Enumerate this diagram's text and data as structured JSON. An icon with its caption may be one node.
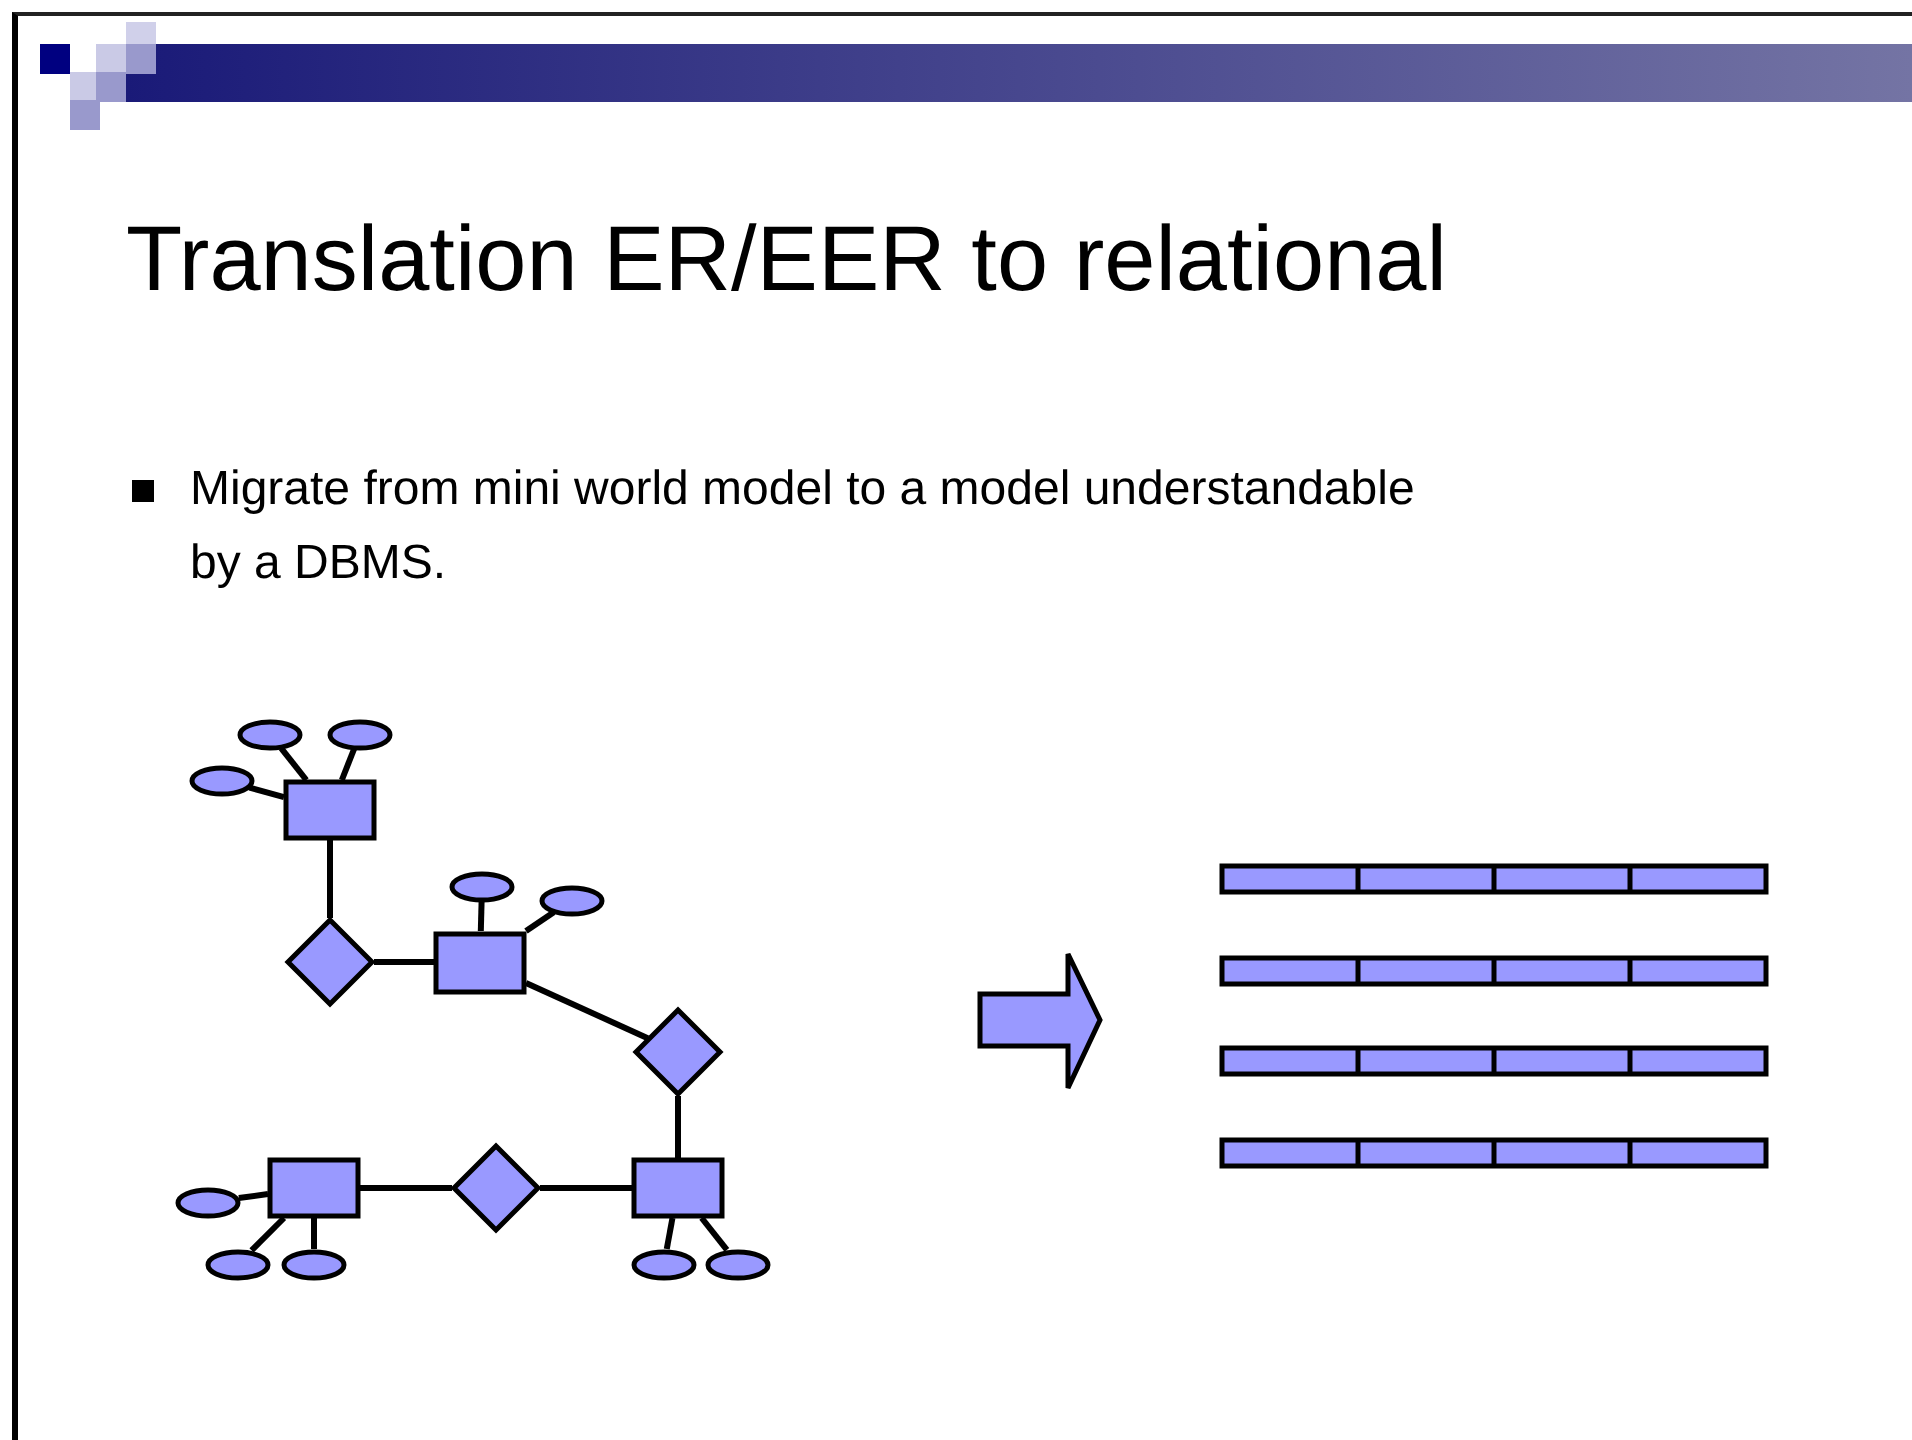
{
  "diagram": {
    "title": "Translation ER/EER to relational",
    "nodes": [
      {
        "text": [],
        "shape": "ellipse"
      },
      {
        "text": [],
        "shape": "ellipse"
      },
      {
        "text": [],
        "shape": "ellipse"
      },
      {
        "text": [],
        "shape": "box"
      },
      {
        "text": [],
        "shape": "ellipse"
      },
      {
        "text": [],
        "shape": "ellipse"
      },
      {
        "text": [],
        "shape": "box"
      },
      {
        "text": [],
        "shape": "diamond"
      },
      {
        "text": [],
        "shape": "diamond"
      },
      {
        "text": [],
        "shape": "ellipse"
      },
      {
        "text": [],
        "shape": "box"
      },
      {
        "text": [],
        "shape": "diamond"
      },
      {
        "text": [],
        "shape": "box"
      },
      {
        "text": [],
        "shape": "ellipse"
      },
      {
        "text": [],
        "shape": "ellipse"
      },
      {
        "text": [],
        "shape": "ellipse"
      },
      {
        "text": [],
        "shape": "ellipse"
      }
    ],
    "edges": [
      {
        "from": 0,
        "to": 3,
        "arrow": "none"
      },
      {
        "from": 1,
        "to": 3,
        "arrow": "none"
      },
      {
        "from": 2,
        "to": 3,
        "arrow": "none"
      },
      {
        "from": 3,
        "to": 7,
        "arrow": "none"
      },
      {
        "from": 7,
        "to": 6,
        "arrow": "none"
      },
      {
        "from": 4,
        "to": 6,
        "arrow": "none"
      },
      {
        "from": 5,
        "to": 6,
        "arrow": "none"
      },
      {
        "from": 6,
        "to": 8,
        "arrow": "none"
      },
      {
        "from": 8,
        "to": 12,
        "arrow": "none"
      },
      {
        "from": 10,
        "to": 11,
        "arrow": "none"
      },
      {
        "from": 11,
        "to": 12,
        "arrow": "none"
      },
      {
        "from": 9,
        "to": 10,
        "arrow": "none"
      },
      {
        "from": 13,
        "to": 10,
        "arrow": "none"
      },
      {
        "from": 14,
        "to": 10,
        "arrow": "none"
      },
      {
        "from": 15,
        "to": 12,
        "arrow": "none"
      },
      {
        "from": 16,
        "to": 12,
        "arrow": "none"
      }
    ],
    "labels": [
      "Migrate from mini world model to a model understandable by a DBMS."
    ]
  }
}
